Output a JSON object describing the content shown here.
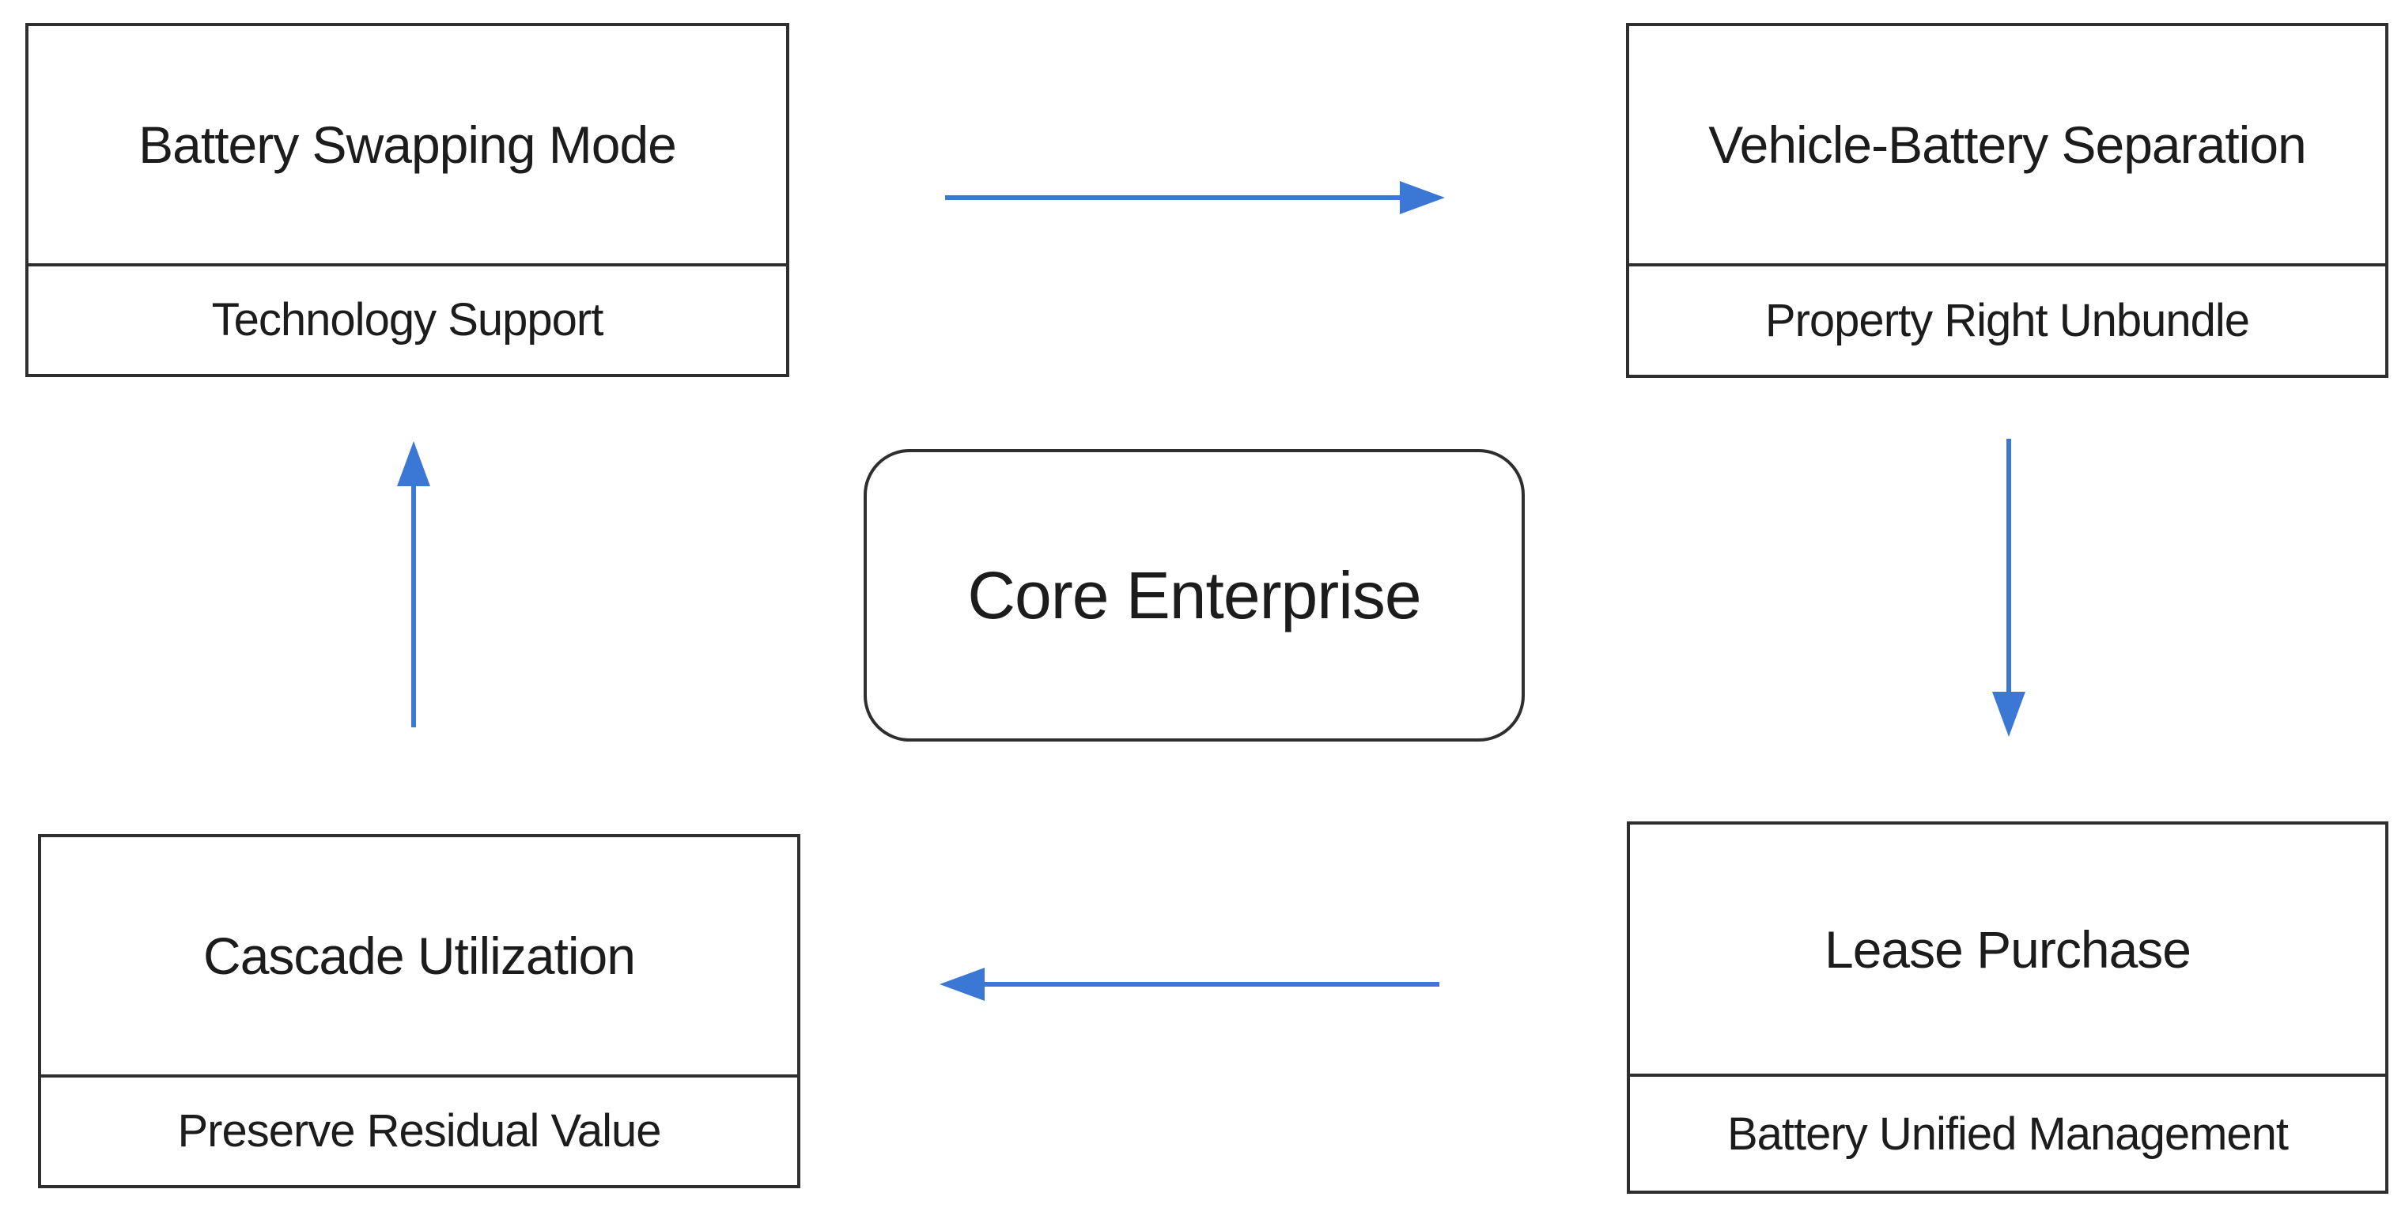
{
  "diagram": {
    "center": {
      "label": "Core Enterprise"
    },
    "nodes": [
      {
        "id": "battery-swapping-mode",
        "title": "Battery Swapping Mode",
        "subtitle": "Technology Support",
        "position": "top-left"
      },
      {
        "id": "vehicle-battery-separation",
        "title": "Vehicle-Battery Separation",
        "subtitle": "Property Right Unbundle",
        "position": "top-right"
      },
      {
        "id": "lease-purchase",
        "title": "Lease Purchase",
        "subtitle": "Battery Unified Management",
        "position": "bottom-right"
      },
      {
        "id": "cascade-utilization",
        "title": "Cascade Utilization",
        "subtitle": "Preserve Residual Value",
        "position": "bottom-left"
      }
    ],
    "arrows": [
      {
        "from": "battery-swapping-mode",
        "to": "vehicle-battery-separation",
        "direction": "right"
      },
      {
        "from": "vehicle-battery-separation",
        "to": "lease-purchase",
        "direction": "down"
      },
      {
        "from": "lease-purchase",
        "to": "cascade-utilization",
        "direction": "left"
      },
      {
        "from": "cascade-utilization",
        "to": "battery-swapping-mode",
        "direction": "up"
      }
    ]
  },
  "colors": {
    "arrow": "#3b78d6",
    "border": "#2e2e2e",
    "text": "#1c1c1c",
    "background": "#ffffff"
  }
}
